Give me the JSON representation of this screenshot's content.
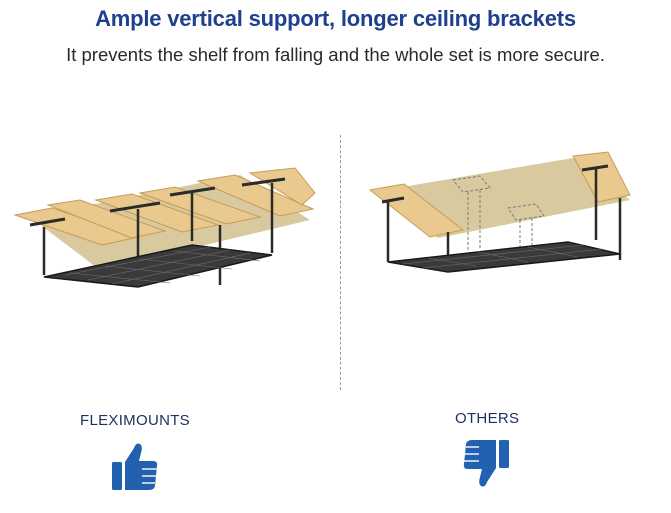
{
  "header": {
    "title": "Ample vertical support, longer ceiling brackets",
    "subtitle": "It prevents the shelf from falling and the whole set is more secure."
  },
  "comparison": {
    "left": {
      "label": "FLEXIMOUNTS",
      "icon": "thumbs-up-icon"
    },
    "right": {
      "label": "OTHERS",
      "icon": "thumbs-down-icon"
    }
  },
  "colors": {
    "title": "#1f3f8f",
    "label": "#1d2f5f",
    "thumb": "#2260b0",
    "wood": "#e8c98d",
    "ceiling": "#d9c79c",
    "rack": "#2b2b2b"
  }
}
